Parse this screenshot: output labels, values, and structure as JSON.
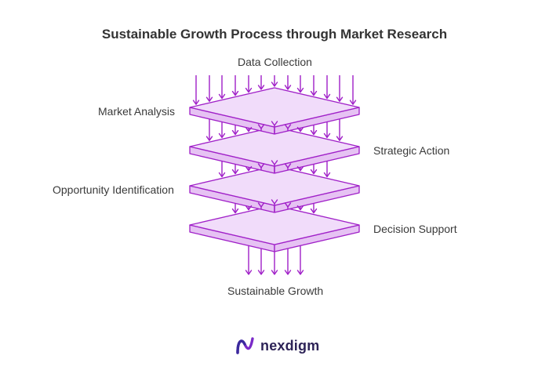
{
  "title": "Sustainable Growth Process through Market Research",
  "labels": {
    "top": "Data Collection",
    "layer1": "Market Analysis",
    "layer2": "Strategic Action",
    "layer3": "Opportunity Identification",
    "layer4": "Decision Support",
    "bottom": "Sustainable Growth"
  },
  "brand": {
    "name": "nexdigm"
  },
  "colors": {
    "accent": "#a020c8",
    "layer_fill": "#f1dcfa",
    "layer_side": "#e6c2f3",
    "text": "#333333",
    "brand": "#2d2357"
  }
}
